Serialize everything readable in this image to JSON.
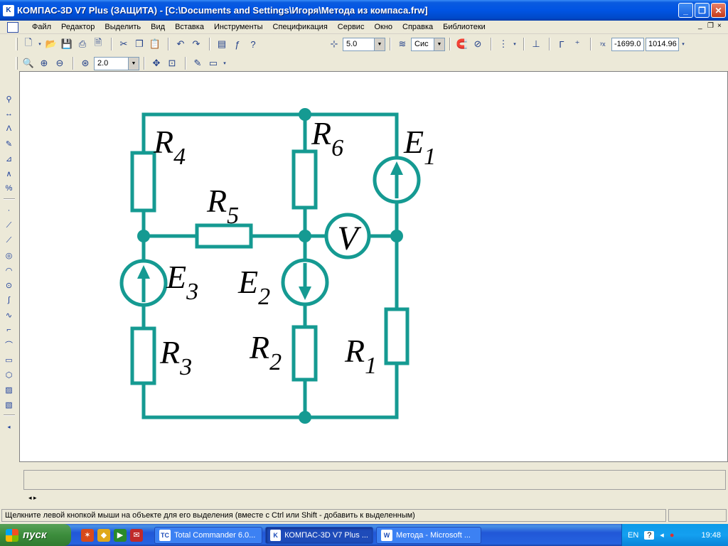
{
  "window": {
    "title": "КОМПАС-3D V7 Plus (ЗАЩИТА) - [C:\\Documents and Settings\\Игоря\\Метода из компаса.frw]",
    "icon_name": "kompas-app-icon",
    "controls": {
      "minimize": "_",
      "restore": "❐",
      "close": "✕"
    }
  },
  "menu": {
    "items": [
      "Файл",
      "Редактор",
      "Выделить",
      "Вид",
      "Вставка",
      "Инструменты",
      "Спецификация",
      "Сервис",
      "Окно",
      "Справка",
      "Библиотеки"
    ],
    "doc_controls": {
      "minimize": "_",
      "restore": "❐",
      "close": "×"
    }
  },
  "toolbar1": {
    "step_value": "5.0",
    "layer_value": "Сис",
    "coord_x": "-1699.0",
    "coord_y": "1014.96"
  },
  "toolbar2": {
    "zoom_value": "2.0"
  },
  "circuit": {
    "labels": {
      "R4": {
        "base": "R",
        "sub": "4"
      },
      "R6": {
        "base": "R",
        "sub": "6"
      },
      "E1": {
        "base": "E",
        "sub": "1"
      },
      "R5": {
        "base": "R",
        "sub": "5"
      },
      "V": "V",
      "E3": {
        "base": "E",
        "sub": "3"
      },
      "E2": {
        "base": "E",
        "sub": "2"
      },
      "R3": {
        "base": "R",
        "sub": "3"
      },
      "R2": {
        "base": "R",
        "sub": "2"
      },
      "R1": {
        "base": "R",
        "sub": "1"
      }
    },
    "color": "#159a92"
  },
  "panel": {
    "nav_arrows": "◂ ▸"
  },
  "status": {
    "text": "Щелкните левой кнопкой мыши на объекте для его выделения (вместе с Ctrl или Shift - добавить к выделенным)"
  },
  "taskbar": {
    "start_label": "пуск",
    "tasks": [
      {
        "label": "Total Commander 6.0...",
        "icon": "TC"
      },
      {
        "label": "КОМПАС-3D V7 Plus ...",
        "icon": "K"
      },
      {
        "label": "Метода - Microsoft ...",
        "icon": "W"
      }
    ],
    "tray_lang": "EN",
    "tray_help": "?",
    "clock": "19:48"
  }
}
